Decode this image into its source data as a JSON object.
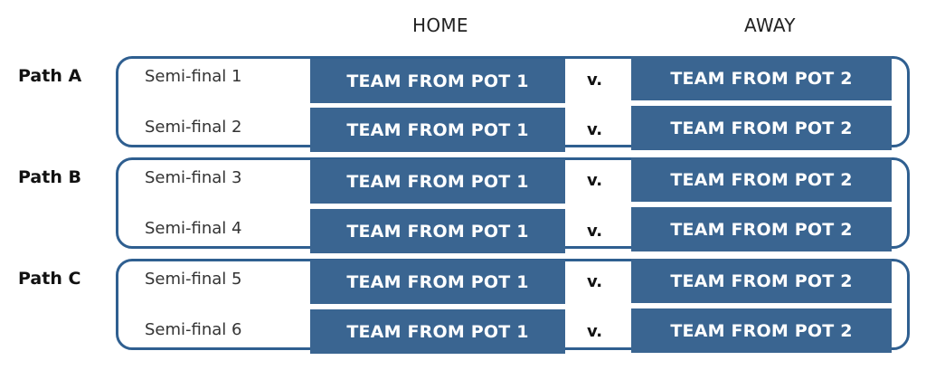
{
  "header": {
    "home": "HOME",
    "away": "AWAY"
  },
  "paths": [
    {
      "label": "Path A",
      "matches": [
        {
          "name": "Semi-final 1",
          "home": "TEAM FROM POT 1",
          "vs": "v.",
          "away": "TEAM FROM POT 2"
        },
        {
          "name": "Semi-final 2",
          "home": "TEAM FROM POT 1",
          "vs": "v.",
          "away": "TEAM FROM POT 2"
        }
      ]
    },
    {
      "label": "Path B",
      "matches": [
        {
          "name": "Semi-final 3",
          "home": "TEAM FROM POT 1",
          "vs": "v.",
          "away": "TEAM FROM POT 2"
        },
        {
          "name": "Semi-final 4",
          "home": "TEAM FROM POT 1",
          "vs": "v.",
          "away": "TEAM FROM POT 2"
        }
      ]
    },
    {
      "label": "Path C",
      "matches": [
        {
          "name": "Semi-final 5",
          "home": "TEAM FROM POT 1",
          "vs": "v.",
          "away": "TEAM FROM POT 2"
        },
        {
          "name": "Semi-final 6",
          "home": "TEAM FROM POT 1",
          "vs": "v.",
          "away": "TEAM FROM POT 2"
        }
      ]
    }
  ],
  "colors": {
    "team_box": "#3a6591",
    "border": "#2f5f90"
  }
}
